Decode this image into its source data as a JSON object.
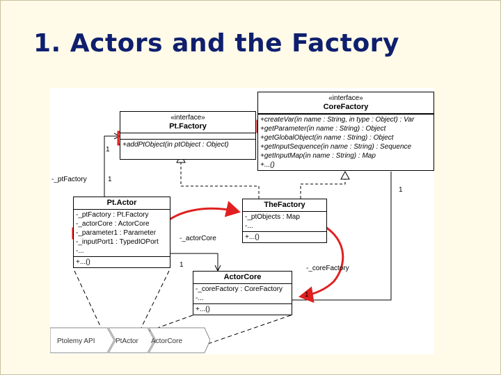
{
  "slide": {
    "title": "1. Actors and the Factory"
  },
  "classes": {
    "pt_factory": {
      "stereotype": "«interface»",
      "name": "Pt.Factory",
      "operations": [
        "+addPtObject(in ptObject : Object)"
      ]
    },
    "core_factory": {
      "stereotype": "«interface»",
      "name": "CoreFactory",
      "operations": [
        "+createVar(in name : String, in type : Object) : Var",
        "+getParameter(in name : String) : Object",
        "+getGlobalObject(in name : String) : Object",
        "+getInputSequence(in name : String) : Sequence",
        "+getInputMap(in name : String) : Map",
        "+...()"
      ]
    },
    "pt_actor": {
      "name": "Pt.Actor",
      "attributes": [
        "-_ptFactory : Pt.Factory",
        "-_actorCore : ActorCore",
        "-_parameter1 : Parameter",
        "-_inputPort1 : TypedIOPort",
        "-..."
      ],
      "operations": [
        "+...()"
      ]
    },
    "the_factory": {
      "name": "TheFactory",
      "attributes": [
        "-_ptObjects : Map",
        "-..."
      ],
      "operations": [
        "+...()"
      ]
    },
    "actor_core": {
      "name": "ActorCore",
      "attributes": [
        "-_coreFactory : CoreFactory",
        "-..."
      ],
      "operations": [
        "+...()"
      ]
    }
  },
  "associations": {
    "pt_factory_role": "-_ptFactory",
    "pt_factory_mult_top": "1",
    "pt_factory_mult_bottom": "1",
    "actor_core_role": "-_actorCore",
    "actor_core_mult": "1",
    "core_factory_role": "-_coreFactory",
    "core_factory_mult_top": "1",
    "core_factory_mult_bottom": "1"
  },
  "breadcrumb": [
    "Ptolemy API",
    "PtActor",
    "ActorCore"
  ],
  "colors": {
    "title": "#0f1f6e",
    "highlight": "#e02020",
    "background": "#fffbe8"
  }
}
